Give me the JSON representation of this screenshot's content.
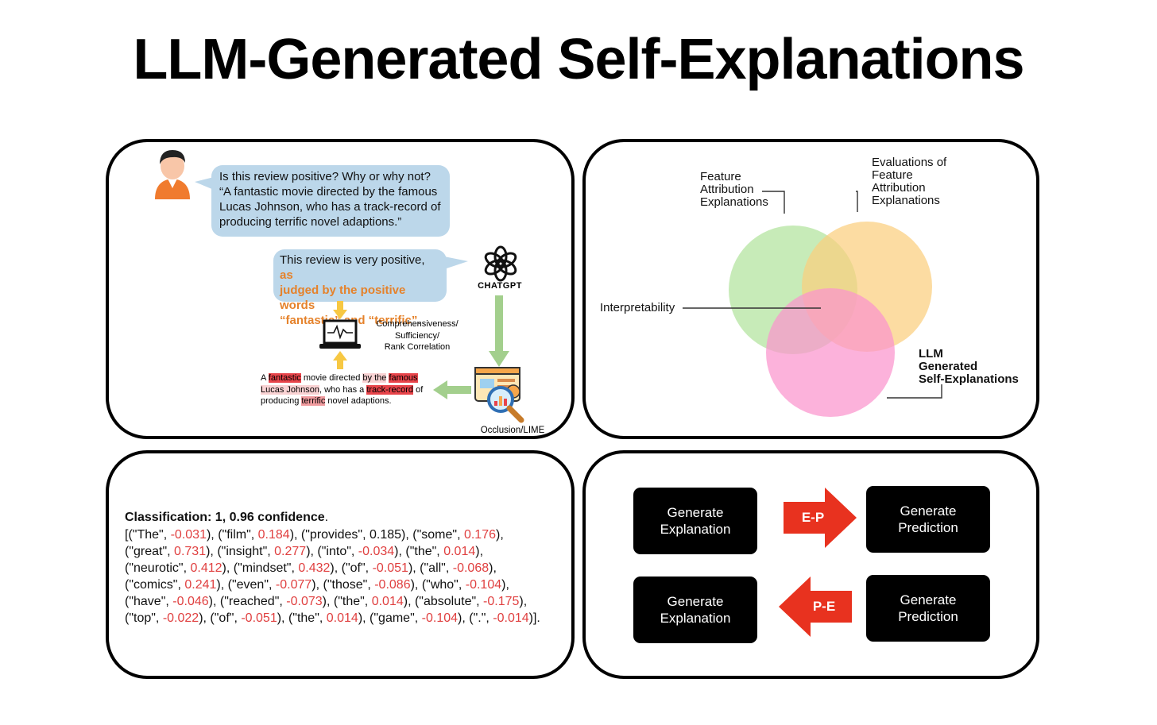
{
  "title": "LLM-Generated Self-Explanations",
  "panel1": {
    "question": [
      "Is this review positive? Why or why not?",
      "“A fantastic movie directed by the famous",
      "Lucas Johnson, who has a track-record of",
      "producing terrific novel adaptions.”"
    ],
    "answer_plain": "This review is very positive, ",
    "answer_highlight_1": "as",
    "answer_highlight_2": "judged by the positive words",
    "answer_highlight_3": "“fantastic” and “terrific”",
    "answer_end": ".",
    "chatgpt_label": "CHATGPT",
    "metrics": [
      "Comprehensiveness/",
      "Sufficiency/",
      "Rank Correlation"
    ],
    "tool_label": "Occlusion/LIME",
    "attrib_tokens": [
      {
        "t": "A ",
        "h": 0
      },
      {
        "t": "fantastic",
        "h": 1
      },
      {
        "t": " movie directed ",
        "h": 0
      },
      {
        "t": "by the",
        "h": 3
      },
      {
        "t": " ",
        "h": 0
      },
      {
        "t": "famous",
        "h": 1
      },
      {
        "br": true
      },
      {
        "t": "Lucas Johnson",
        "h": 3
      },
      {
        "t": ", who has a ",
        "h": 0
      },
      {
        "t": "track-record",
        "h": 1
      },
      {
        "t": " of",
        "h": 0
      },
      {
        "br": true
      },
      {
        "t": "producing ",
        "h": 0
      },
      {
        "t": "terrific",
        "h": 2
      },
      {
        "t": " novel adaptions.",
        "h": 0
      }
    ],
    "colors": {
      "bubble": "#bcd7ea",
      "orange": "#e5822b",
      "arrow_yellow": "#f7c843",
      "arrow_green": "#a3cf8d"
    }
  },
  "panel2": {
    "label_feature": [
      "Feature",
      "Attribution",
      "Explanations"
    ],
    "label_eval": [
      "Evaluations of",
      "Feature",
      "Attribution",
      "Explanations"
    ],
    "label_interp": "Interpretability",
    "label_llm": [
      "LLM",
      "Generated",
      "Self-Explanations"
    ],
    "colors": {
      "green": "#b9e6a6",
      "orange": "#fbcf7e",
      "pink": "#fb94cd"
    }
  },
  "panel3": {
    "heading": "Classification: 1, 0.96 confidence",
    "heading_end": ".",
    "tokens": [
      [
        "The",
        "-0.031"
      ],
      [
        "film",
        "0.184"
      ],
      [
        "provides",
        "0.185"
      ],
      [
        "some",
        "0.176"
      ],
      [
        "great",
        "0.731"
      ],
      [
        "insight",
        "0.277"
      ],
      [
        "into",
        "-0.034"
      ],
      [
        "the",
        "0.014"
      ],
      [
        "neurotic",
        "0.412"
      ],
      [
        "mindset",
        "0.432"
      ],
      [
        "of",
        "-0.051"
      ],
      [
        "all",
        "-0.068"
      ],
      [
        "comics",
        "0.241"
      ],
      [
        "even",
        "-0.077"
      ],
      [
        "those",
        "-0.086"
      ],
      [
        "who",
        "-0.104"
      ],
      [
        "have",
        "-0.046"
      ],
      [
        "reached",
        "-0.073"
      ],
      [
        "the",
        "0.014"
      ],
      [
        "absolute",
        "-0.175"
      ],
      [
        "top",
        "-0.022"
      ],
      [
        "of",
        "-0.051"
      ],
      [
        "the",
        "0.014"
      ],
      [
        "game",
        "-0.104"
      ],
      [
        ".",
        "-0.014"
      ]
    ],
    "line_breaks": [
      4,
      8,
      12,
      16,
      20
    ],
    "black_values": [
      2
    ],
    "colors": {
      "value": "#e04040"
    }
  },
  "panel4": {
    "row1_left": "Generate Explanation",
    "row1_arrow": "E-P",
    "row1_right": "Generate Prediction",
    "row2_left": "Generate Explanation",
    "row2_arrow": "P-E",
    "row2_right": "Generate Prediction",
    "colors": {
      "arrow": "#e8321f"
    }
  }
}
